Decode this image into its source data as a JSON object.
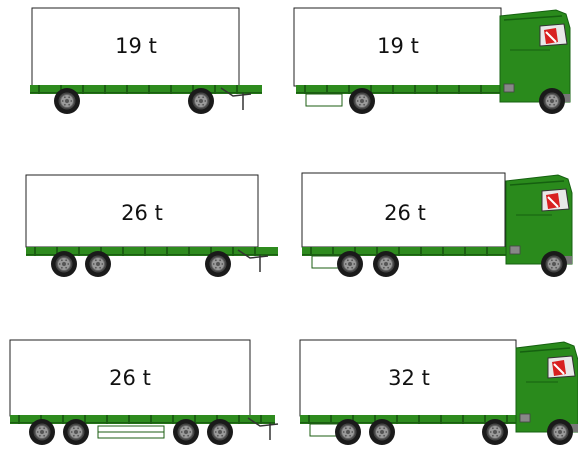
{
  "colors": {
    "chassis": "#2e8b1e",
    "chassis_dark": "#1b5e12",
    "cab": "#2a8a1c",
    "cab_dark": "#156010",
    "box": "#ffffff",
    "box_stroke": "#222222",
    "tire": "#1a1a1a",
    "hub": "#9a9a9a",
    "warning_red": "#d82020"
  },
  "vehicles": [
    {
      "id": "trailer-2axle",
      "type": "trailer",
      "axles": 2,
      "weight_label": "19 t"
    },
    {
      "id": "truck-2axle",
      "type": "truck",
      "axles": 2,
      "weight_label": "19 t"
    },
    {
      "id": "trailer-3axle",
      "type": "trailer",
      "axles": 3,
      "weight_label": "26 t"
    },
    {
      "id": "truck-3axle",
      "type": "truck",
      "axles": 3,
      "weight_label": "26 t"
    },
    {
      "id": "trailer-4axle",
      "type": "trailer",
      "axles": 4,
      "weight_label": "26 t"
    },
    {
      "id": "truck-4axle",
      "type": "truck",
      "axles": 4,
      "weight_label": "32 t"
    }
  ]
}
